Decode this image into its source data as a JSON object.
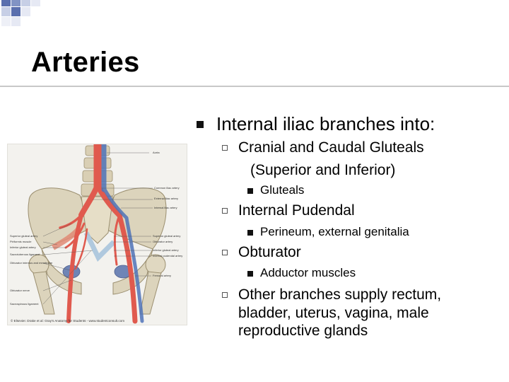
{
  "slide": {
    "title": "Arteries",
    "main_bullet": "Internal iliac branches into:",
    "items": [
      {
        "line1": "Cranial and Caudal Gluteals",
        "line2": "(Superior and Inferior)",
        "sub": "Gluteals"
      },
      {
        "line1": "Internal Pudendal",
        "sub": "Perineum, external genitalia"
      },
      {
        "line1": "Obturator",
        "sub": "Adductor muscles"
      },
      {
        "line1": "Other branches supply rectum,",
        "line2": "bladder, uterus, vagina, male",
        "line3": "reproductive glands"
      }
    ]
  },
  "figure": {
    "labels_right": [
      "Aorta",
      "Common iliac artery",
      "External iliac artery",
      "Internal iliac artery",
      "Superior gluteal artery",
      "Obturator artery",
      "Inferior gluteal artery",
      "Internal pudendal artery",
      "Femoral artery"
    ],
    "labels_left": [
      "Superior gluteal artery",
      "Piriformis muscle",
      "Inferior gluteal artery",
      "Sacrotuberous ligament",
      "Obturator internus and membrane",
      "Obturator nerve",
      "Sacrospinous ligament"
    ],
    "credit": "© Elsevier. Drake et al: Gray's Anatomy for Students - www.studentconsult.com"
  },
  "colors": {
    "accent_blue": "#5a6fae",
    "bone": "#dcd4bc",
    "artery": "#e05a4e",
    "ligament": "#a9c4dc"
  }
}
